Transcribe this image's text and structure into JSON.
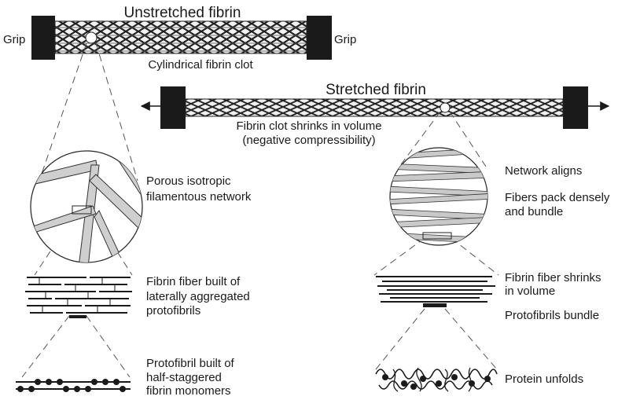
{
  "unstretched": {
    "title": "Unstretched fibrin",
    "grip_left": "Grip",
    "grip_right": "Grip",
    "clot_label": "Cylindrical fibrin clot",
    "network_label": [
      "Porous isotropic",
      "filamentous network"
    ],
    "fiber_label": [
      "Fibrin fiber built of",
      "laterally aggregated",
      "protofibrils"
    ],
    "protofibril_label": [
      "Protofibril built of",
      "half-staggered",
      "fibrin monomers"
    ]
  },
  "stretched": {
    "title": "Stretched fibrin",
    "shrink_label": [
      "Fibrin clot shrinks in volume",
      "(negative compressibility)"
    ],
    "network_aligns": "Network aligns",
    "fibers_pack": [
      "Fibers pack densely",
      "and bundle"
    ],
    "fiber_shrinks": [
      "Fibrin fiber shrinks",
      "in volume"
    ],
    "bundle_label": "Protofibrils bundle",
    "unfolds_label": "Protein unfolds"
  },
  "colors": {
    "ink": "#1a1a1a",
    "fiber_fill": "#c9c9c9",
    "grip": "#1a1a1a"
  }
}
